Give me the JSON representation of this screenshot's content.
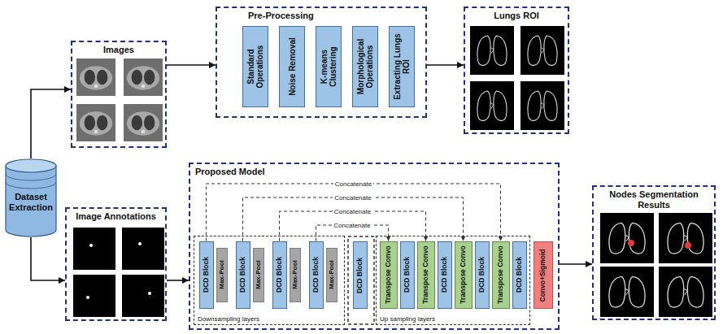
{
  "diagram": {
    "nodes": [
      {
        "text": [
          "Dataset Extraction"
        ]
      },
      {
        "text": [
          "Images"
        ]
      },
      {
        "text": [
          "Pre-Processing"
        ]
      },
      {
        "text": [
          "Standard Operations"
        ],
        "in": 2
      },
      {
        "text": [
          "Noise Removal"
        ],
        "in": 2
      },
      {
        "text": [
          "K-means Clustering"
        ],
        "in": 2
      },
      {
        "text": [
          "Morphological Operations"
        ],
        "in": 2
      },
      {
        "text": [
          "Extracting Lungs ROI"
        ],
        "in": 2
      },
      {
        "text": [
          "Lungs ROI"
        ]
      },
      {
        "text": [
          "Image Annotations"
        ]
      },
      {
        "text": [
          "Proposed Model"
        ]
      },
      {
        "text": [
          "Downsampling layers"
        ],
        "in": 10
      },
      {
        "text": [
          "DCD Block"
        ],
        "in": 11
      },
      {
        "text": [
          "Max-Pool"
        ],
        "in": 11
      },
      {
        "text": [
          "DCD Block"
        ],
        "in": 11
      },
      {
        "text": [
          "Max-Pool"
        ],
        "in": 11
      },
      {
        "text": [
          "DCD Block"
        ],
        "in": 11
      },
      {
        "text": [
          "Max-Pool"
        ],
        "in": 11
      },
      {
        "text": [
          "DCD Block"
        ],
        "in": 11
      },
      {
        "text": [
          "Max-Pool"
        ],
        "in": 11
      },
      {
        "text": [
          "DCD Block"
        ],
        "in": 10
      },
      {
        "text": [
          "Up sampling layers"
        ],
        "in": 10
      },
      {
        "text": [
          "Transpose Convo"
        ],
        "in": 21
      },
      {
        "text": [
          "DCD Block"
        ],
        "in": 21
      },
      {
        "text": [
          "Transpose Convo"
        ],
        "in": 21
      },
      {
        "text": [
          "DCD Block"
        ],
        "in": 21
      },
      {
        "text": [
          "Transpose Convo"
        ],
        "in": 21
      },
      {
        "text": [
          "DCD Block"
        ],
        "in": 21
      },
      {
        "text": [
          "Transpose Convo"
        ],
        "in": 21
      },
      {
        "text": [
          "DCD Block"
        ],
        "in": 21
      },
      {
        "text": [
          "Convo+Sigmoid"
        ],
        "in": 10
      },
      {
        "text": [
          "Nodes Segmentation Results"
        ]
      }
    ],
    "edges": [
      {
        "from": 0,
        "to": 1,
        "arrow": "to"
      },
      {
        "from": 0,
        "to": 9,
        "arrow": "to"
      },
      {
        "from": 1,
        "to": 2,
        "arrow": "to"
      },
      {
        "from": 2,
        "to": 8,
        "arrow": "to"
      },
      {
        "from": 9,
        "to": 10,
        "arrow": "to"
      },
      {
        "from": 10,
        "to": 31,
        "arrow": "to"
      },
      {
        "from": 12,
        "to": 28,
        "label": "Concatenate",
        "arrow": "to"
      },
      {
        "from": 14,
        "to": 26,
        "label": "Concatenate",
        "arrow": "to"
      },
      {
        "from": 16,
        "to": 24,
        "label": "Concatenate",
        "arrow": "to"
      },
      {
        "from": 18,
        "to": 22,
        "label": "Concatenate",
        "arrow": "to"
      }
    ]
  }
}
